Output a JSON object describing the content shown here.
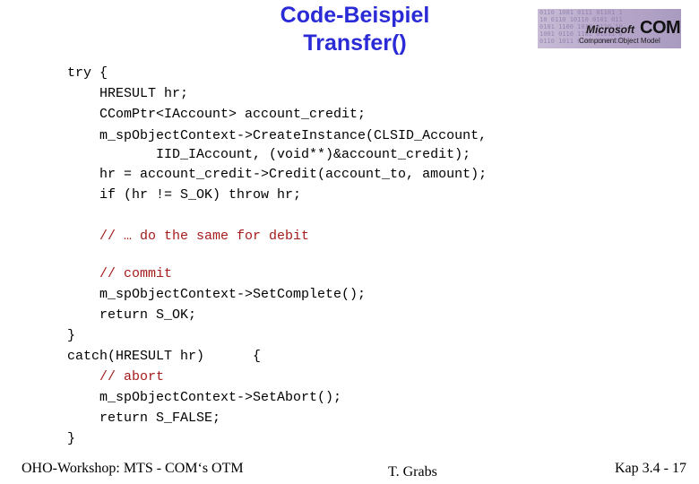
{
  "title": {
    "line1": "Code-Beispiel",
    "line2": "Transfer()"
  },
  "logo": {
    "brand": "Microsoft",
    "name": "COM",
    "tagline": "Component Object Model",
    "bits": [
      "0110 1001 0111 01101 1",
      "10 0110 10110 0101 011",
      "0101 1100 1010 0110 10",
      "1001 0110 1101 01011 0",
      "0110 1011 0101 1100 11"
    ]
  },
  "code": [
    "try {",
    "    HRESULT hr;",
    "    CComPtr<IAccount> account_credit;",
    "    m_spObjectContext->CreateInstance(CLSID_Account,",
    "           IID_IAccount, (void**)&account_credit);",
    "    hr = account_credit->Credit(account_to, amount);",
    "    if (hr != S_OK) throw hr;",
    "    // … do the same for debit",
    "    // commit",
    "    m_spObjectContext->SetComplete();",
    "    return S_OK;",
    "}",
    "catch(HRESULT hr)      {",
    "    // abort",
    "    m_spObjectContext->SetAbort();",
    "    return S_FALSE;",
    "}"
  ],
  "footer": {
    "left": "OHO-Workshop: MTS - COM‘s OTM",
    "center": "T. Grabs",
    "right": "Kap 3.4 - 17"
  },
  "colors": {
    "title": "#2a2ad6",
    "comment": "#a51c1c",
    "text": "#000000"
  }
}
